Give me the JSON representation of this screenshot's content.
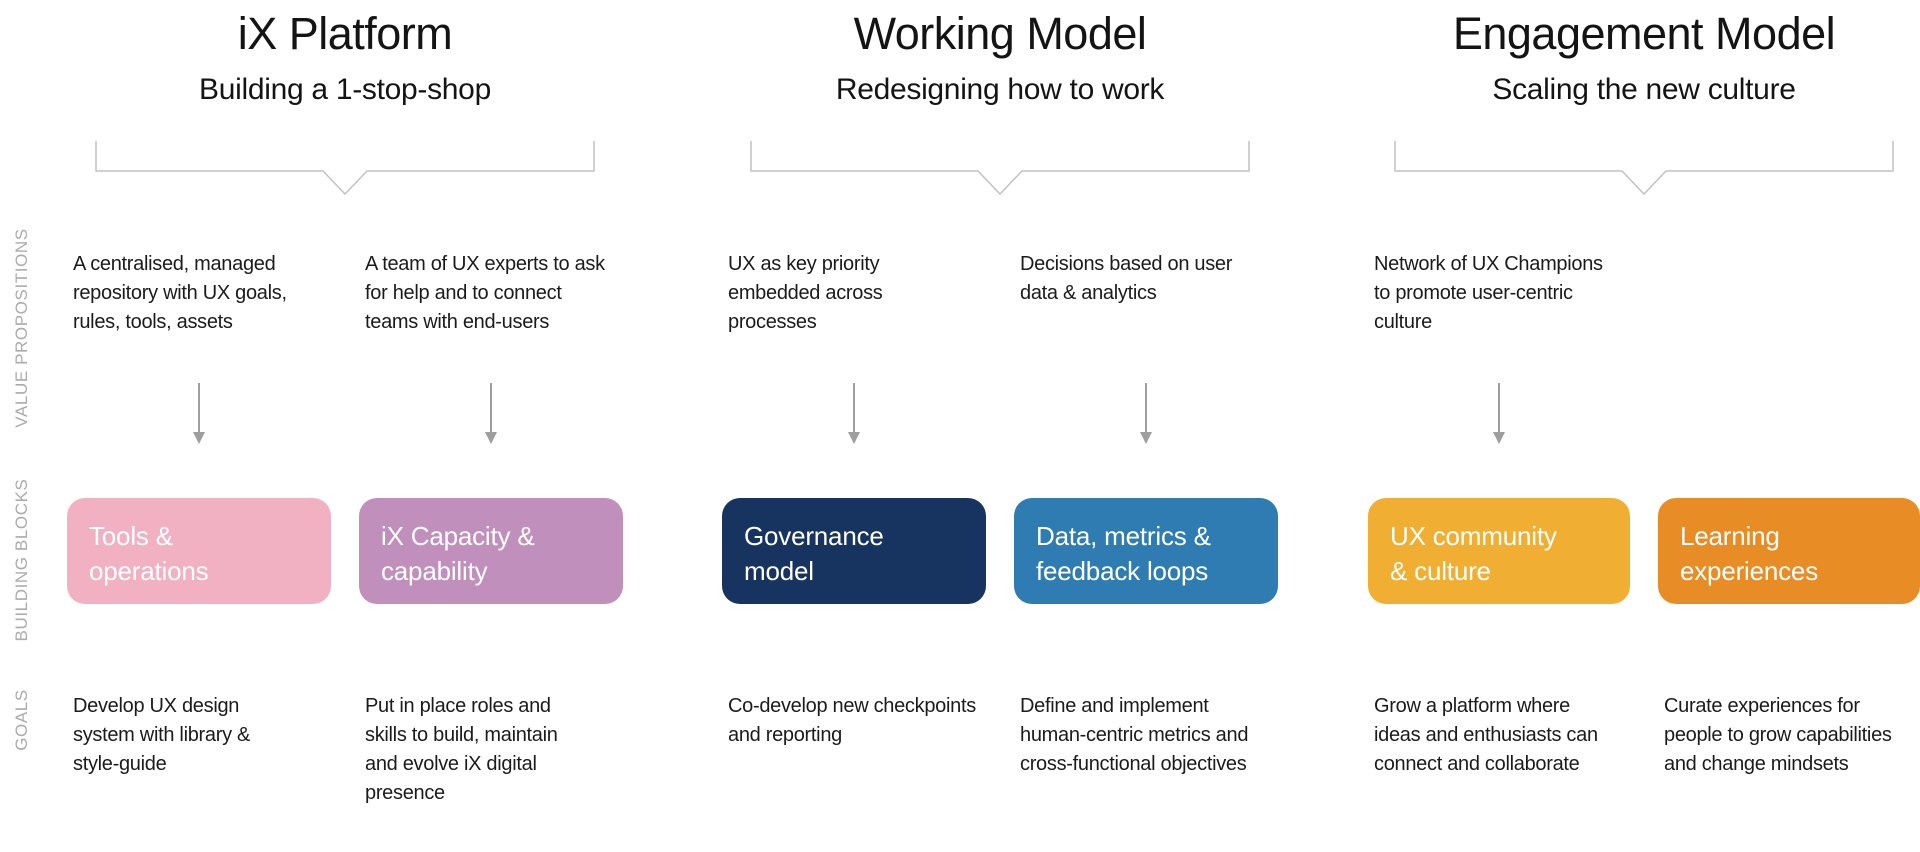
{
  "rail": {
    "value_propositions": "VALUE PROPOSITIONS",
    "building_blocks": "BUILDING BLOCKS",
    "goals": "GOALS"
  },
  "colors": {
    "rail_gray": "#ababab",
    "bracket_gray": "#c2c2c2",
    "arrow_gray": "#9e9e9e"
  },
  "columns": [
    {
      "title": "iX Platform",
      "subtitle": "Building a 1-stop-shop",
      "items": [
        {
          "value_proposition": "A centralised, managed\nrepository with UX goals,\nrules, tools, assets",
          "block": {
            "label": "Tools &\noperations",
            "color": "#F2B1C2"
          },
          "goal": "Develop UX design\nsystem with library &\nstyle-guide"
        },
        {
          "value_proposition": "A team of UX experts to ask\nfor help and to connect\nteams with end-users",
          "block": {
            "label": "iX Capacity &\ncapability",
            "color": "#C18FBB"
          },
          "goal": "Put in place roles and\nskills to build, maintain\nand evolve iX digital\npresence"
        }
      ]
    },
    {
      "title": "Working Model",
      "subtitle": "Redesigning how to work",
      "items": [
        {
          "value_proposition": "UX as key priority\nembedded across\nprocesses",
          "block": {
            "label": "Governance\nmodel",
            "color": "#17335F"
          },
          "goal": "Co-develop new checkpoints\nand reporting"
        },
        {
          "value_proposition": "Decisions based on user\ndata & analytics",
          "block": {
            "label": "Data, metrics &\nfeedback loops",
            "color": "#2E7CB2"
          },
          "goal": "Define and implement\nhuman-centric metrics and\ncross-functional objectives"
        }
      ]
    },
    {
      "title": "Engagement Model",
      "subtitle": "Scaling the new culture",
      "items": [
        {
          "value_proposition": "Network of UX Champions\nto promote user-centric\nculture",
          "block": {
            "label": "UX community\n& culture",
            "color": "#F0AF33"
          },
          "goal": "Grow a platform where\nideas and enthusiasts can\nconnect and collaborate"
        },
        {
          "value_proposition": "",
          "block": {
            "label": "Learning\nexperiences",
            "color": "#E88C25"
          },
          "goal": "Curate experiences for\npeople to grow capabilities\nand change mindsets"
        }
      ]
    }
  ]
}
